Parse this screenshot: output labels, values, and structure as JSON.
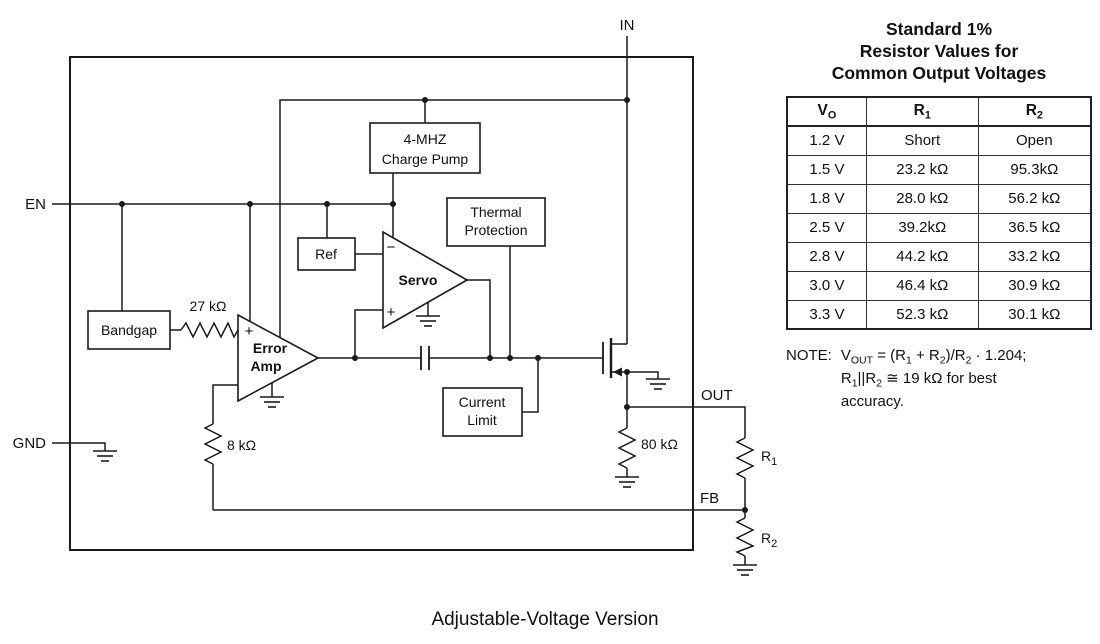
{
  "colors": {
    "ink": "#1a1a1a",
    "background": "#ffffff"
  },
  "diagram": {
    "pins": {
      "in": "IN",
      "en": "EN",
      "gnd": "GND",
      "out": "OUT",
      "fb": "FB"
    },
    "blocks": {
      "charge_pump": [
        "4-MHZ",
        "Charge Pump"
      ],
      "thermal_protection": [
        "Thermal",
        "Protection"
      ],
      "ref": "Ref",
      "bandgap": "Bandgap",
      "servo": "Servo",
      "error_amp": [
        "Error",
        "Amp"
      ],
      "current_limit": [
        "Current",
        "Limit"
      ]
    },
    "resistors": {
      "r27k": "27 kΩ",
      "r8k": "8 kΩ",
      "r80k": "80 kΩ"
    },
    "external": {
      "r1_base": "R",
      "r1_sub": "1",
      "r2_base": "R",
      "r2_sub": "2"
    },
    "signs": {
      "minus": "−",
      "plus": "+"
    },
    "caption": "Adjustable-Voltage Version"
  },
  "table": {
    "title_lines": [
      "Standard 1%",
      "Resistor Values for",
      "Common Output Voltages"
    ],
    "headers": [
      {
        "base": "V",
        "sub": "O"
      },
      {
        "base": "R",
        "sub": "1"
      },
      {
        "base": "R",
        "sub": "2"
      }
    ],
    "rows": [
      {
        "vo": "1.2 V",
        "r1": "Short",
        "r2": "Open"
      },
      {
        "vo": "1.5 V",
        "r1": "23.2 kΩ",
        "r2": "95.3kΩ"
      },
      {
        "vo": "1.8 V",
        "r1": "28.0 kΩ",
        "r2": "56.2 kΩ"
      },
      {
        "vo": "2.5 V",
        "r1": "39.2kΩ",
        "r2": "36.5 kΩ"
      },
      {
        "vo": "2.8 V",
        "r1": "44.2 kΩ",
        "r2": "33.2 kΩ"
      },
      {
        "vo": "3.0 V",
        "r1": "46.4 kΩ",
        "r2": "30.9 kΩ"
      },
      {
        "vo": "3.3 V",
        "r1": "52.3 kΩ",
        "r2": "30.1 kΩ"
      }
    ],
    "note": {
      "label": "NOTE:",
      "l1": [
        "V",
        "OUT",
        " = (R",
        "1",
        " + R",
        "2",
        ")/R",
        "2",
        " · 1.204;"
      ],
      "l2": [
        "R",
        "1",
        "||R",
        "2",
        " ≅ 19 kΩ for best"
      ],
      "l3": "accuracy."
    }
  }
}
